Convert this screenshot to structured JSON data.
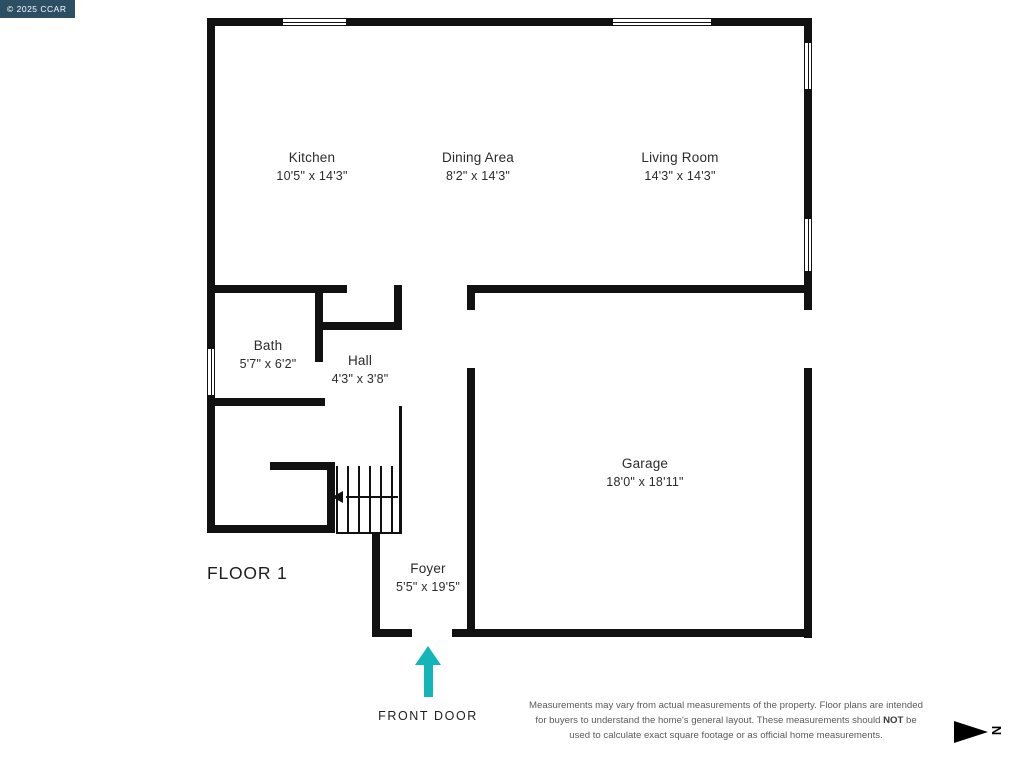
{
  "watermark": {
    "text": "© 2025 CCAR"
  },
  "floor": {
    "label": "FLOOR 1"
  },
  "rooms": [
    {
      "name": "Kitchen",
      "dims": "10'5\" x 14'3\""
    },
    {
      "name": "Dining Area",
      "dims": "8'2\" x 14'3\""
    },
    {
      "name": "Living Room",
      "dims": "14'3\" x 14'3\""
    },
    {
      "name": "Bath",
      "dims": "5'7\" x 6'2\""
    },
    {
      "name": "Hall",
      "dims": "4'3\" x 3'8\""
    },
    {
      "name": "Garage",
      "dims": "18'0\" x 18'11\""
    },
    {
      "name": "Foyer",
      "dims": "5'5\" x 19'5\""
    }
  ],
  "front_door": {
    "label": "FRONT DOOR"
  },
  "compass": {
    "label": "N"
  },
  "disclaimer": {
    "part1": "Measurements may vary from actual measurements of the property. Floor plans are intended for buyers to understand the home's general layout. These measurements should ",
    "emphasis": "NOT",
    "part2": " be used to calculate exact square footage or as official home measurements."
  },
  "colors": {
    "wall": "#111111",
    "arrow": "#14b5b8",
    "badge_bg": "#2d4f63"
  }
}
